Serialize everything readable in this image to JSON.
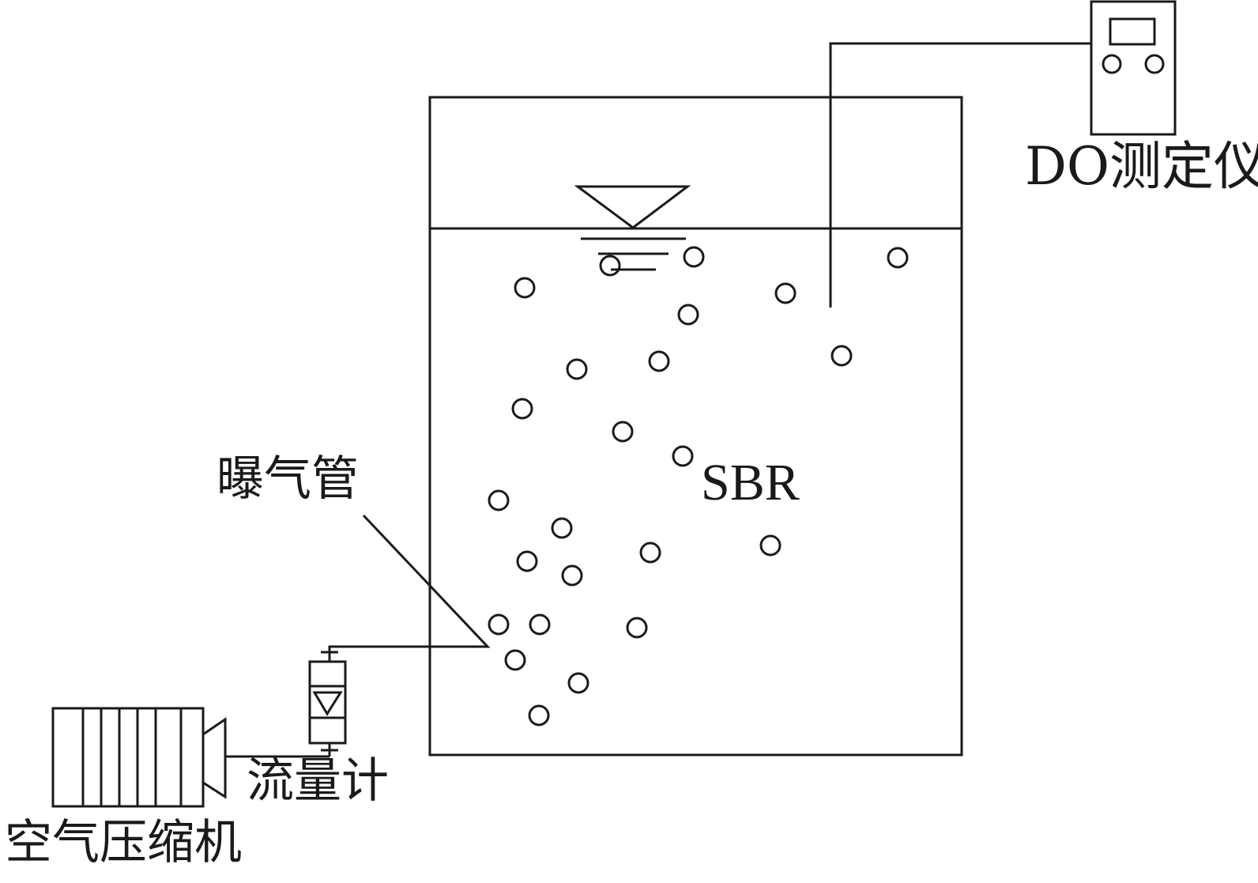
{
  "labels": {
    "do_meter": "DO测定仪",
    "reactor": "SBR",
    "aeration_pipe": "曝气管",
    "flow_meter": "流量计",
    "air_compressor": "空气压缩机"
  }
}
